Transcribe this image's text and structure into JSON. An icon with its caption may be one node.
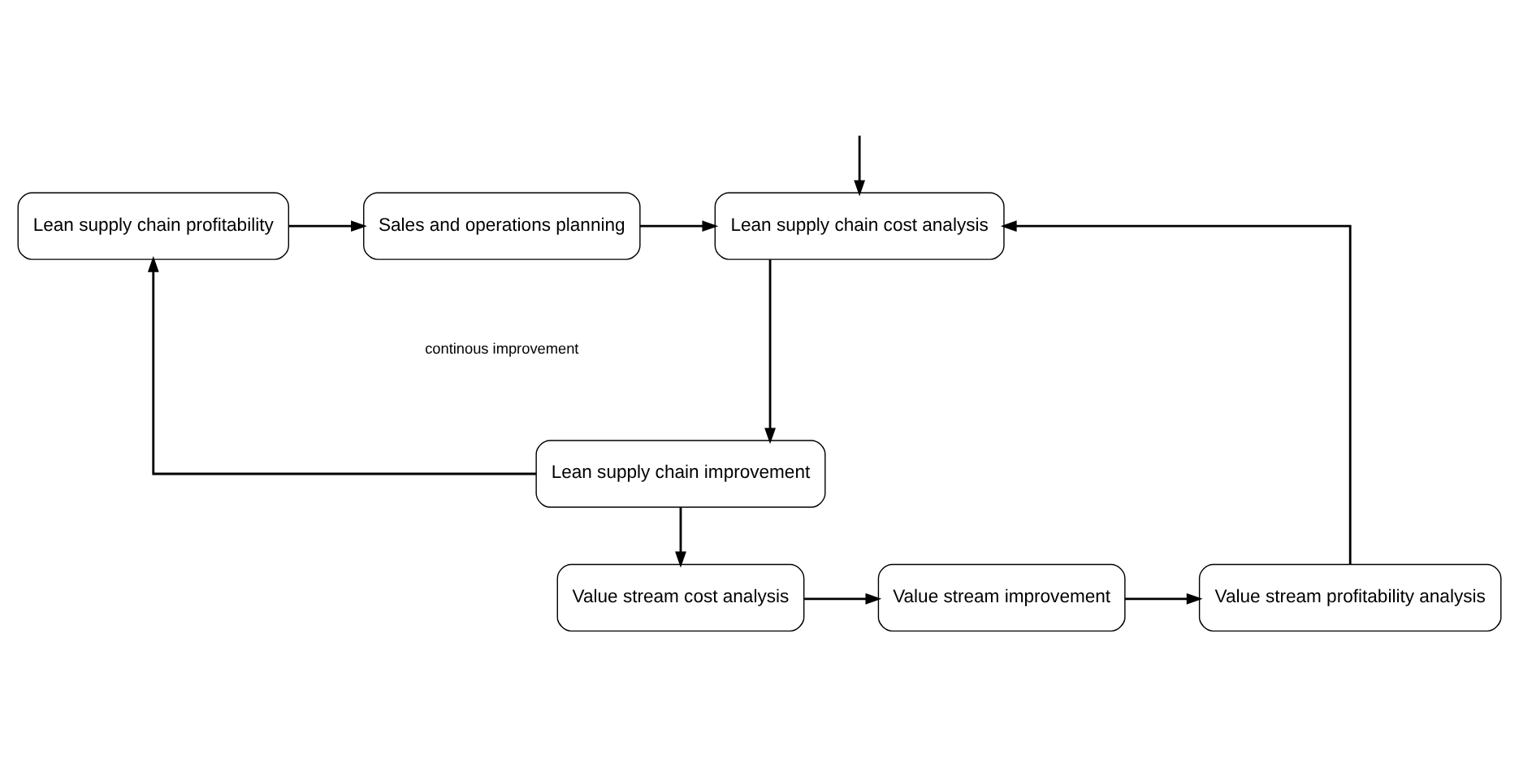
{
  "diagram": {
    "nodes": [
      {
        "text": [
          "Lean supply chain profitability"
        ]
      },
      {
        "text": [
          "Sales and operations planning"
        ]
      },
      {
        "text": [
          "Lean supply chain cost analysis"
        ]
      },
      {
        "text": [
          "Lean supply chain improvement"
        ]
      },
      {
        "text": [
          "Value stream cost analysis"
        ]
      },
      {
        "text": [
          "Value stream improvement"
        ]
      },
      {
        "text": [
          "Value stream profitability analysis"
        ]
      }
    ],
    "edges": [
      {
        "from": 0,
        "to": 1,
        "arrow": "to"
      },
      {
        "from": 1,
        "to": 2,
        "arrow": "to"
      },
      {
        "from": null,
        "to": 2,
        "arrow": "to"
      },
      {
        "from": 2,
        "to": 3,
        "arrow": "to"
      },
      {
        "from": 3,
        "to": 0,
        "arrow": "to"
      },
      {
        "from": 3,
        "to": 4,
        "arrow": "to"
      },
      {
        "from": 4,
        "to": 5,
        "arrow": "to"
      },
      {
        "from": 5,
        "to": 6,
        "arrow": "to"
      },
      {
        "from": 6,
        "to": 2,
        "arrow": "to"
      }
    ],
    "labels": [
      "continous improvement"
    ]
  }
}
